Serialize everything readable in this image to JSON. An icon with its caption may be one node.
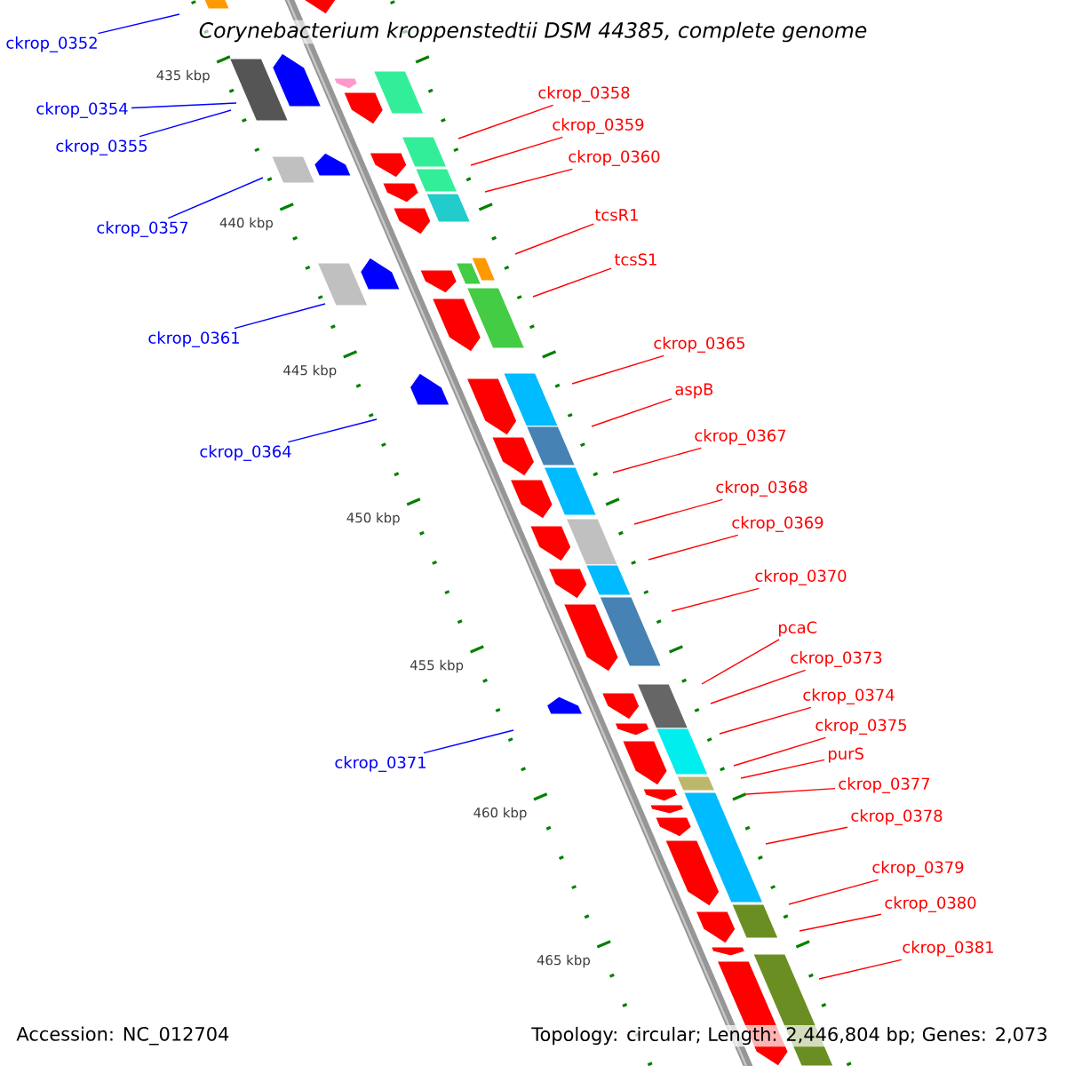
{
  "diagram": {
    "title": "Corynebacterium kroppenstedtii DSM 44385, complete genome",
    "nodes": [
      {
        "text": [
          "ckrop_0352"
        ]
      },
      {
        "text": [
          "ckrop_0354"
        ]
      },
      {
        "text": [
          "ckrop_0355"
        ]
      },
      {
        "text": [
          "ckrop_0357"
        ]
      },
      {
        "text": [
          "ckrop_0361"
        ]
      },
      {
        "text": [
          "ckrop_0364"
        ]
      },
      {
        "text": [
          "ckrop_0371"
        ]
      },
      {
        "text": [
          "ckrop_0358"
        ]
      },
      {
        "text": [
          "ckrop_0359"
        ]
      },
      {
        "text": [
          "ckrop_0360"
        ]
      },
      {
        "text": [
          "tcsR1"
        ]
      },
      {
        "text": [
          "tcsS1"
        ]
      },
      {
        "text": [
          "ckrop_0365"
        ]
      },
      {
        "text": [
          "aspB"
        ]
      },
      {
        "text": [
          "ckrop_0367"
        ]
      },
      {
        "text": [
          "ckrop_0368"
        ]
      },
      {
        "text": [
          "ckrop_0369"
        ]
      },
      {
        "text": [
          "ckrop_0370"
        ]
      },
      {
        "text": [
          "pcaC"
        ]
      },
      {
        "text": [
          "ckrop_0373"
        ]
      },
      {
        "text": [
          "ckrop_0374"
        ]
      },
      {
        "text": [
          "ckrop_0375"
        ]
      },
      {
        "text": [
          "purS"
        ]
      },
      {
        "text": [
          "ckrop_0377"
        ]
      },
      {
        "text": [
          "ckrop_0378"
        ]
      },
      {
        "text": [
          "ckrop_0379"
        ]
      },
      {
        "text": [
          "ckrop_0380"
        ]
      },
      {
        "text": [
          "ckrop_0381"
        ]
      }
    ],
    "edges": [
      {
        "from": 0,
        "to": null,
        "arrow": "none",
        "color": "#0000ff"
      },
      {
        "from": 1,
        "to": null,
        "arrow": "none",
        "color": "#0000ff"
      },
      {
        "from": 2,
        "to": null,
        "arrow": "none",
        "color": "#0000ff"
      },
      {
        "from": 3,
        "to": null,
        "arrow": "none",
        "color": "#0000ff"
      },
      {
        "from": 4,
        "to": null,
        "arrow": "none",
        "color": "#0000ff"
      },
      {
        "from": 5,
        "to": null,
        "arrow": "none",
        "color": "#0000ff"
      },
      {
        "from": 6,
        "to": null,
        "arrow": "none",
        "color": "#0000ff"
      },
      {
        "from": 7,
        "to": null,
        "arrow": "none"
      },
      {
        "from": 8,
        "to": null,
        "arrow": "none"
      },
      {
        "from": 9,
        "to": null,
        "arrow": "none"
      },
      {
        "from": 10,
        "to": null,
        "arrow": "none"
      },
      {
        "from": 11,
        "to": null,
        "arrow": "none"
      },
      {
        "from": 12,
        "to": null,
        "arrow": "none"
      },
      {
        "from": 13,
        "to": null,
        "arrow": "none"
      },
      {
        "from": 14,
        "to": null,
        "arrow": "none"
      },
      {
        "from": 15,
        "to": null,
        "arrow": "none"
      },
      {
        "from": 16,
        "to": null,
        "arrow": "none"
      },
      {
        "from": 17,
        "to": null,
        "arrow": "none"
      },
      {
        "from": 18,
        "to": null,
        "arrow": "none"
      },
      {
        "from": 19,
        "to": null,
        "arrow": "none"
      },
      {
        "from": 20,
        "to": null,
        "arrow": "none"
      },
      {
        "from": 21,
        "to": null,
        "arrow": "none"
      },
      {
        "from": 22,
        "to": null,
        "arrow": "none"
      },
      {
        "from": 23,
        "to": null,
        "arrow": "none"
      },
      {
        "from": 24,
        "to": null,
        "arrow": "none"
      },
      {
        "from": 25,
        "to": null,
        "arrow": "none"
      },
      {
        "from": 26,
        "to": null,
        "arrow": "none"
      },
      {
        "from": 27,
        "to": null,
        "arrow": "none"
      }
    ],
    "labels": [
      "435 kbp",
      "440 kbp",
      "445 kbp",
      "450 kbp",
      "455 kbp",
      "460 kbp",
      "465 kbp",
      "Accession: NC_012704",
      "Topology: circular; Length: 2,446,804 bp; Genes: 2,073"
    ]
  }
}
